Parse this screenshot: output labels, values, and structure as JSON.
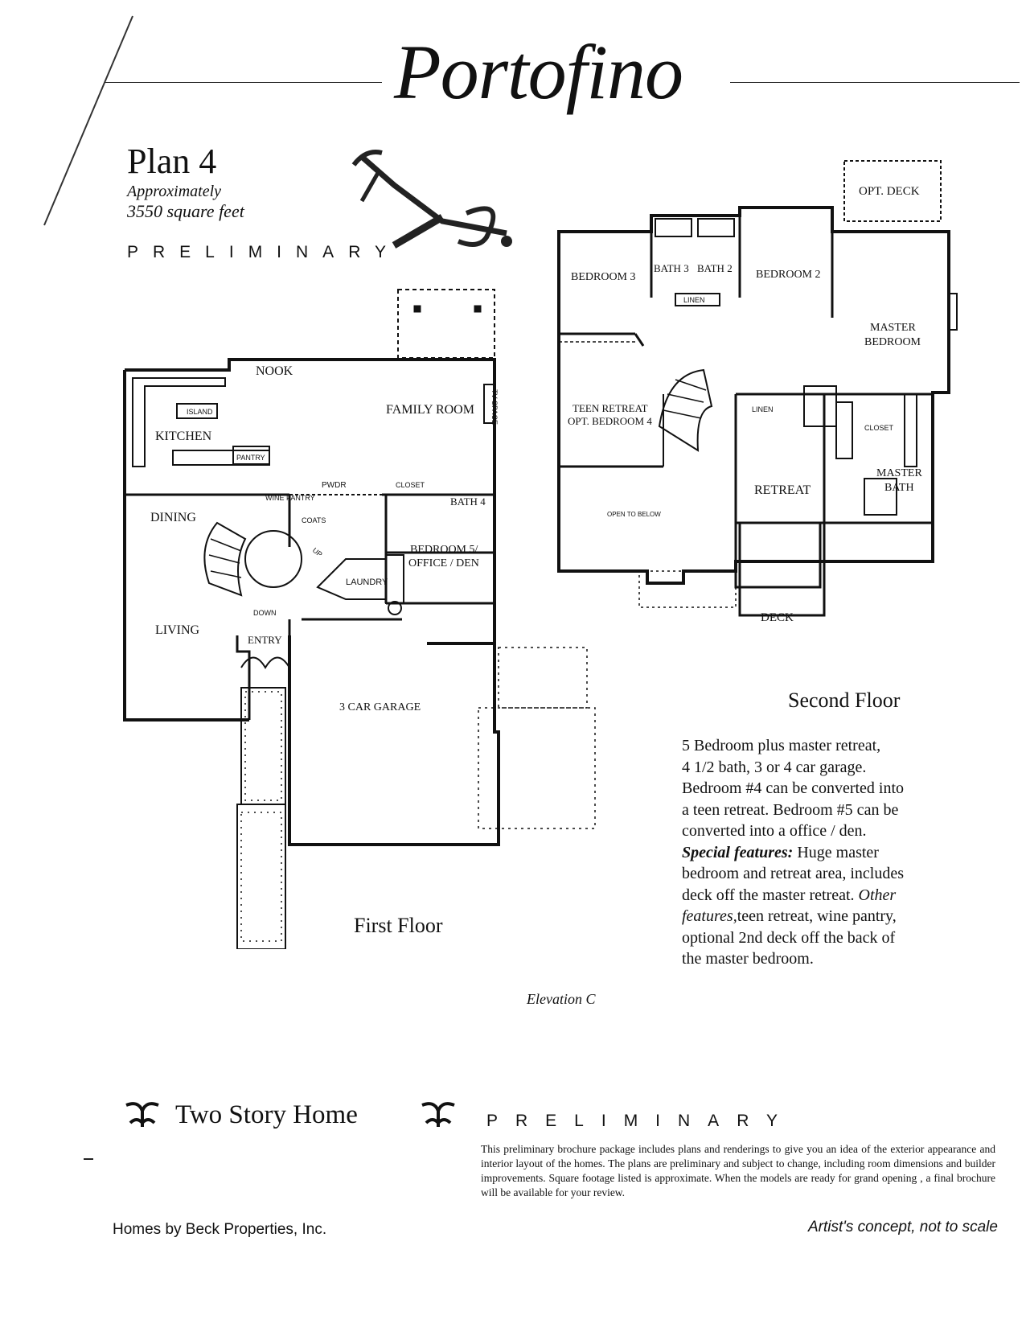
{
  "header": {
    "title": "Portofino",
    "plan": "Plan 4",
    "approx_line1": "Approximately",
    "approx_line2": "3550 square feet",
    "preliminary": "PRELIMINARY"
  },
  "first_floor": {
    "label": "First Floor",
    "rooms": {
      "nook": "NOOK",
      "family_room": "FAMILY ROOM",
      "kitchen": "KITCHEN",
      "island": "ISLAND",
      "pantry": "PANTRY",
      "dining": "DINING",
      "living": "LIVING",
      "entry": "ENTRY",
      "wine_pantry": "WINE PANTRY",
      "pwdr": "PWDR",
      "coats": "COATS",
      "closet": "CLOSET",
      "bath4": "BATH 4",
      "bedroom5_line1": "BEDROOM 5/",
      "bedroom5_line2": "OFFICE / DEN",
      "laundry": "LAUNDRY",
      "garage": "3 CAR GARAGE",
      "tv_space": "TV SPACE",
      "up": "UP",
      "down": "DOWN"
    }
  },
  "second_floor": {
    "label": "Second Floor",
    "rooms": {
      "opt_deck": "OPT. DECK",
      "bedroom3": "BEDROOM 3",
      "bath3": "BATH 3",
      "bath2": "BATH 2",
      "bedroom2": "BEDROOM 2",
      "linen": "LINEN",
      "master_bedroom_line1": "MASTER",
      "master_bedroom_line2": "BEDROOM",
      "teen_retreat_line1": "TEEN RETREAT",
      "teen_retreat_line2": "OPT. BEDROOM 4",
      "closet": "CLOSET",
      "master_bath_line1": "MASTER",
      "master_bath_line2": "BATH",
      "retreat": "RETREAT",
      "open_to_below": "OPEN TO BELOW",
      "deck": "DECK"
    }
  },
  "description": {
    "line1": "5 Bedroom plus master retreat,",
    "line2": "4 1/2 bath, 3 or 4 car garage.",
    "line3": "Bedroom #4 can be converted into",
    "line4": "a teen retreat. Bedroom #5 can be",
    "line5": "converted into a office / den.",
    "special_label": "Special features:",
    "special_text": "Huge master",
    "line7": "bedroom and retreat area, includes",
    "line8a": "deck off the master retreat.",
    "other_label": "Other",
    "other_label2": "features,",
    "line9": "teen retreat, wine pantry,",
    "line10": "optional 2nd deck off the back of",
    "line11": "the master bedroom."
  },
  "elevation": "Elevation C",
  "bottom": {
    "two_story": "Two Story Home",
    "preliminary": "PRELIMINARY",
    "disclaimer": "This preliminary brochure package includes plans and renderings to give you an idea of the exterior appearance and interior layout of the homes. The plans are preliminary and subject to change, including room dimensions and builder improvements. Square footage listed is approximate. When the models are ready for grand opening , a final brochure will be available for your review.",
    "builder": "Homes by Beck Properties, Inc.",
    "concept": "Artist's concept, not to scale"
  }
}
